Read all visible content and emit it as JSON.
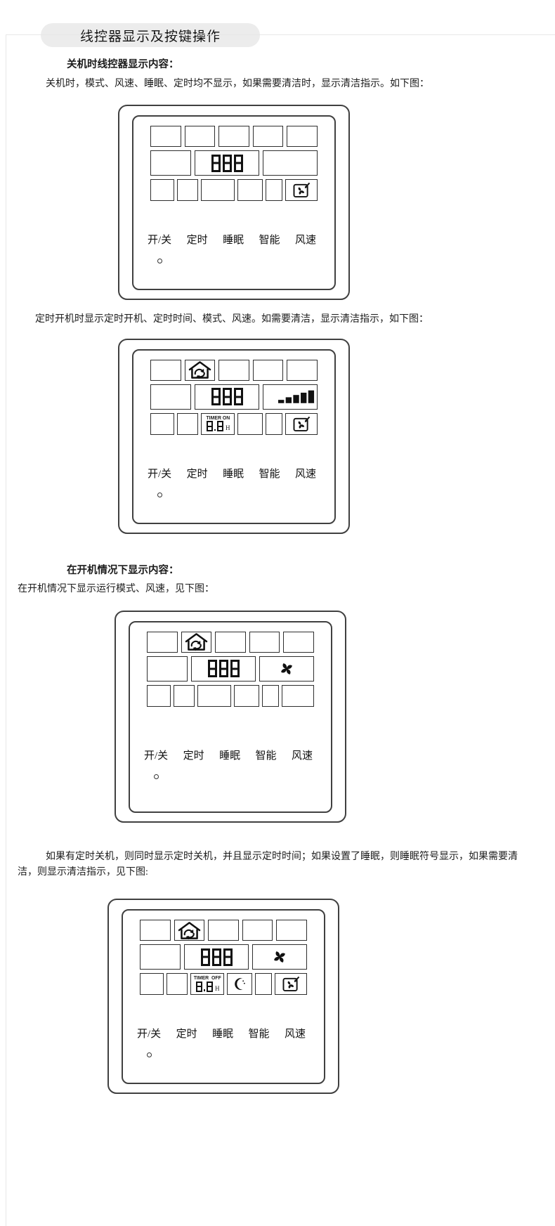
{
  "page": {
    "title": "线控器显示及按键操作"
  },
  "text": {
    "off_heading": "关机时线控器显示内容：",
    "off_body": "关机时，模式、风速、睡眠、定时均不显示，如果需要清洁时，显示清洁指示。如下图：",
    "timer_on_body": "定时开机时显示定时开机、定时时间、模式、风速。如需要清洁，显示清洁指示，如下图：",
    "on_heading": "在开机情况下显示内容：",
    "on_body": "在开机情况下显示运行模式、风速，见下图：",
    "timer_off_body": "如果有定时关机，则同时显示定时关机，并且显示定时时间；如果设置了睡眠，则睡眠符号显示，如果需要清洁，则显示清洁指示，见下图:"
  },
  "controller": {
    "buttons": [
      "开/关",
      "定时",
      "睡眠",
      "智能",
      "风速"
    ],
    "display_digits": "888",
    "timer_digits": "8.8",
    "timer_unit": "H",
    "timer_on_label": "TIMER ON",
    "timer_off_label": "TIMER  OFF",
    "icons": {
      "mode": "house-circulation-icon",
      "fan_speed_ramp": "fan-speed-ramp-icon",
      "fan": "fan-icon",
      "sleep": "moon-sleep-icon",
      "clean": "clean-indicator-icon"
    }
  }
}
